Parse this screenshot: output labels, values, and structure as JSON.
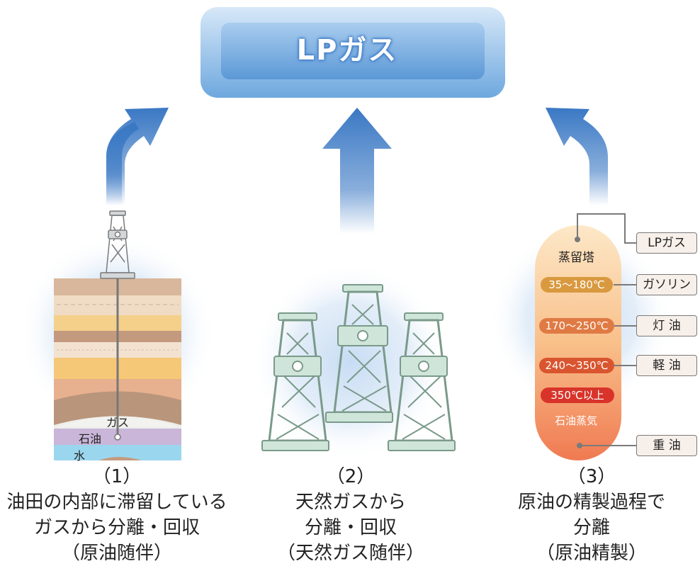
{
  "title": "LPガス",
  "well": {
    "gas_label": "ガス",
    "oil_label": "石油",
    "water_label": "水"
  },
  "tower": {
    "name": "蒸留塔",
    "fractions": [
      "35〜180℃",
      "170〜250℃",
      "240〜350℃",
      "350℃以上"
    ],
    "bottom_label": "石油蒸気",
    "outputs": [
      "LPガス",
      "ガソリン",
      "灯 油",
      "軽 油",
      "重 油"
    ]
  },
  "captions": [
    {
      "num": "（1）",
      "lines": [
        "油田の内部に滞留している",
        "ガスから分離・回収",
        "（原油随伴）"
      ]
    },
    {
      "num": "（2）",
      "lines": [
        "天然ガスから",
        "分離・回収",
        "（天然ガス随伴）"
      ]
    },
    {
      "num": "（3）",
      "lines": [
        "原油の精製過程で",
        "分離",
        "（原油精製）"
      ]
    }
  ],
  "colors": {
    "arrow": "#3a78c4",
    "frame": "#6aa3dc",
    "tower_top": "#fde6c4",
    "tower_bottom": "#f07f55",
    "rig": "#cfe5d9"
  }
}
